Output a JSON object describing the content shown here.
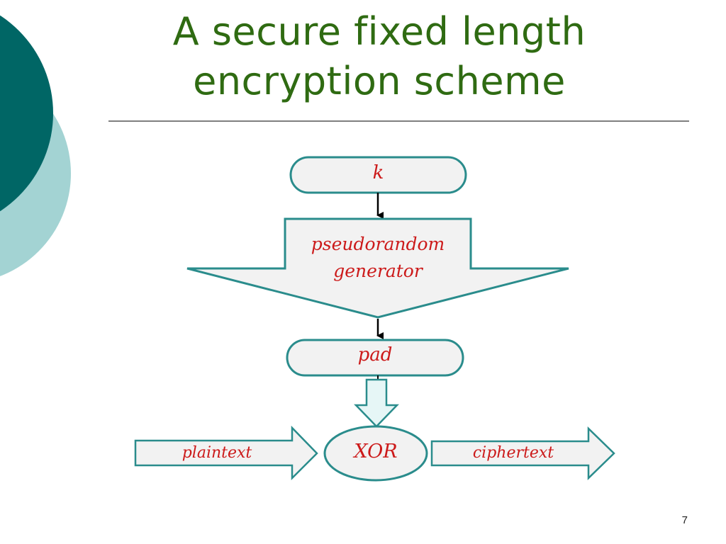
{
  "slide": {
    "title_line1": "A secure fixed length",
    "title_line2": "encryption scheme",
    "page_number": "7"
  },
  "diagram": {
    "key_label": "k",
    "generator_line1": "pseudorandom",
    "generator_line2": "generator",
    "pad_label": "pad",
    "xor_label": "XOR",
    "plaintext_label": "plaintext",
    "ciphertext_label": "ciphertext"
  },
  "colors": {
    "title": "#2f6b12",
    "label_text": "#cc1a1a",
    "shape_stroke": "#2a8c8c",
    "shape_fill": "#f2f2f2",
    "pad_arrow_fill": "#e6f6f6",
    "circle_dark": "#006665",
    "circle_light": "#a3d3d3"
  }
}
